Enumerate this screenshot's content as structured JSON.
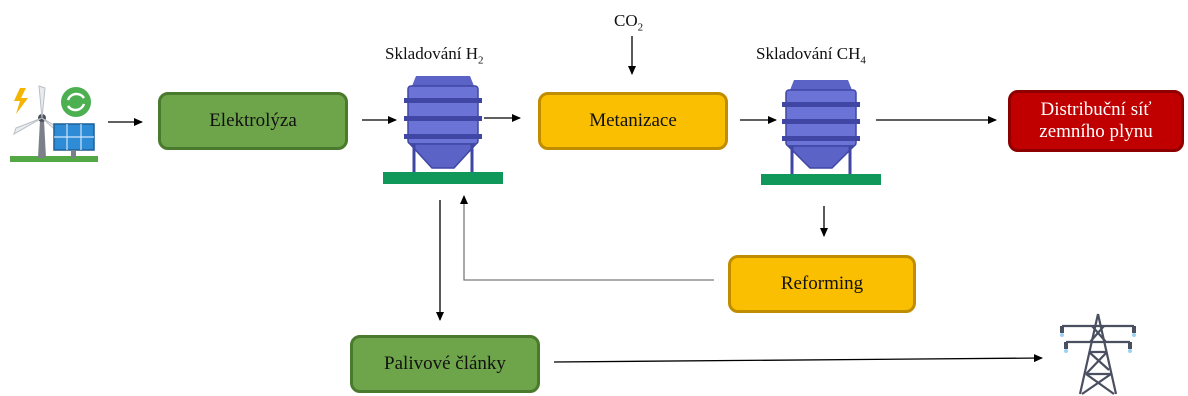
{
  "nodes": {
    "elektrolyza": "Elektrolýza",
    "metanizace": "Metanizace",
    "distribucni_sit": "Distribuční síť\nzemního plynu",
    "reforming": "Reforming",
    "palivove_clanky": "Palivové články"
  },
  "labels": {
    "storage_h2_text": "Skladování H",
    "storage_h2_sub": "2",
    "storage_ch4_text": "Skladování CH",
    "storage_ch4_sub": "4",
    "co2_text": "CO",
    "co2_sub": "2"
  },
  "icons": {
    "renewable": "wind-solar-renewable-icon",
    "storage": "storage-silo-icon",
    "grid": "power-pylon-icon"
  },
  "colors": {
    "green": "#6ea54a",
    "yellow": "#f9bf00",
    "red": "#c00000",
    "silo": "#5b63c6",
    "base": "#10985a"
  }
}
